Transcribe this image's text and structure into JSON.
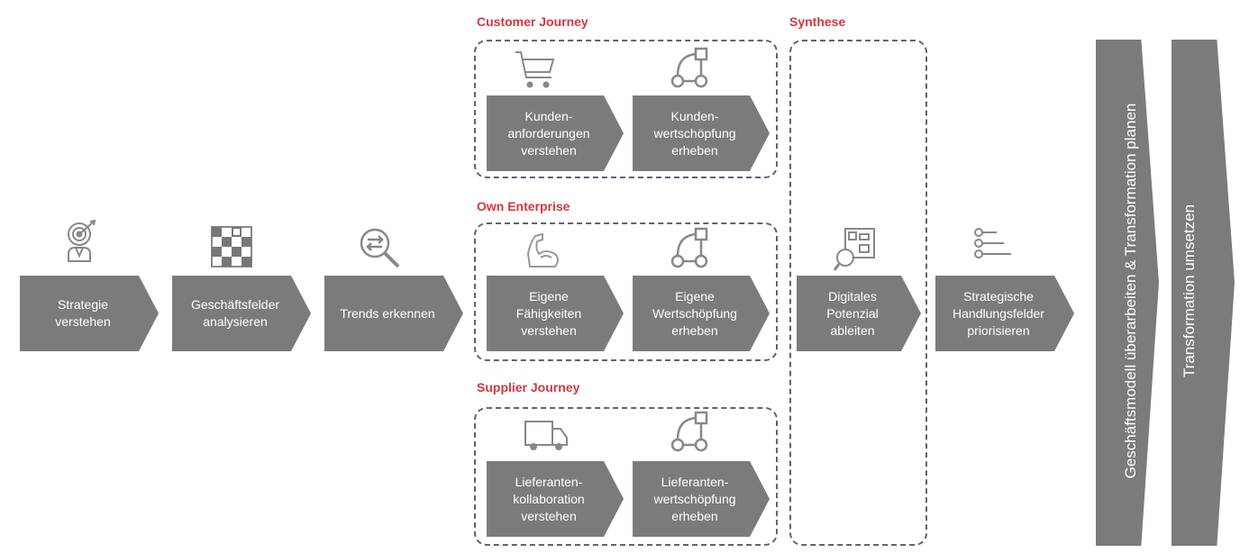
{
  "steps": {
    "strategie": "Strategie\nverstehen",
    "geschaeftsfelder": "Geschäftsfelder\nanalysieren",
    "trends": "Trends erkennen",
    "kunden_anf": "Kunden-\nanforderungen\nverstehen",
    "kunden_wert": "Kunden-\nwertschöpfung\nerheben",
    "eigene_faeh": "Eigene\nFähigkeiten\nverstehen",
    "eigene_wert": "Eigene\nWertschöpfung\nerheben",
    "lief_koll": "Lieferanten-\nkollaboration\nverstehen",
    "lief_wert": "Lieferanten-\nwertschöpfung\nerheben",
    "digitales": "Digitales\nPotenzial\nableiten",
    "strategische": "Strategische\nHandlungsfelder\npriorisieren"
  },
  "groups": {
    "customer": "Customer Journey",
    "own": "Own Enterprise",
    "supplier": "Supplier Journey",
    "synthese": "Synthese"
  },
  "final": {
    "plan": "Geschäftsmodell überarbeiten & Transformation planen",
    "umsetzen": "Transformation umsetzen"
  },
  "colors": {
    "arrow": "#7b7b7b",
    "accent": "#d4363d",
    "dash": "#5d6470"
  },
  "icons": [
    "target-person-icon",
    "chessboard-icon",
    "trend-magnifier-icon",
    "shopping-cart-icon",
    "flow-diagram-icon",
    "muscle-arm-icon",
    "delivery-truck-icon",
    "analysis-magnifier-icon",
    "priority-list-icon"
  ]
}
